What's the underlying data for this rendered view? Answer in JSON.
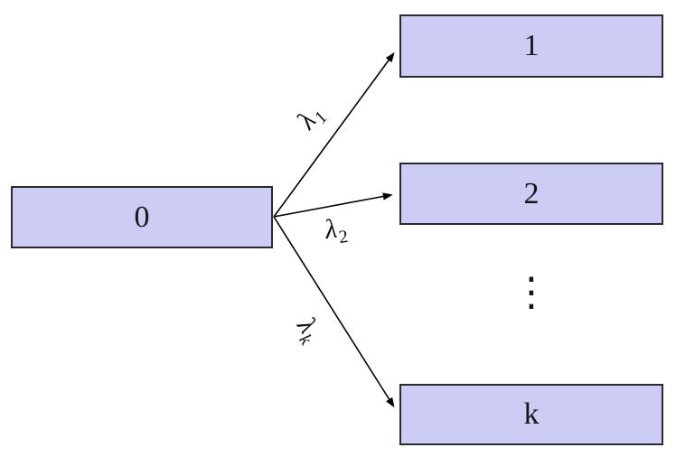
{
  "diagram": {
    "nodes": [
      {
        "id": "0",
        "label": "0"
      },
      {
        "id": "1",
        "label": "1"
      },
      {
        "id": "2",
        "label": "2"
      },
      {
        "id": "k",
        "label": "k"
      }
    ],
    "edges": [
      {
        "from": "0",
        "to": "1",
        "label_base": "λ",
        "label_sub": "1"
      },
      {
        "from": "0",
        "to": "2",
        "label_base": "λ",
        "label_sub": "2"
      },
      {
        "from": "0",
        "to": "k",
        "label_base": "λ",
        "label_sub": "k"
      }
    ],
    "ellipsis": "⋮",
    "colors": {
      "node_fill": "#ccccf5",
      "node_border": "#2a2a30",
      "edge_stroke": "#000000",
      "text": "#16161a",
      "background": "#ffffff"
    }
  }
}
